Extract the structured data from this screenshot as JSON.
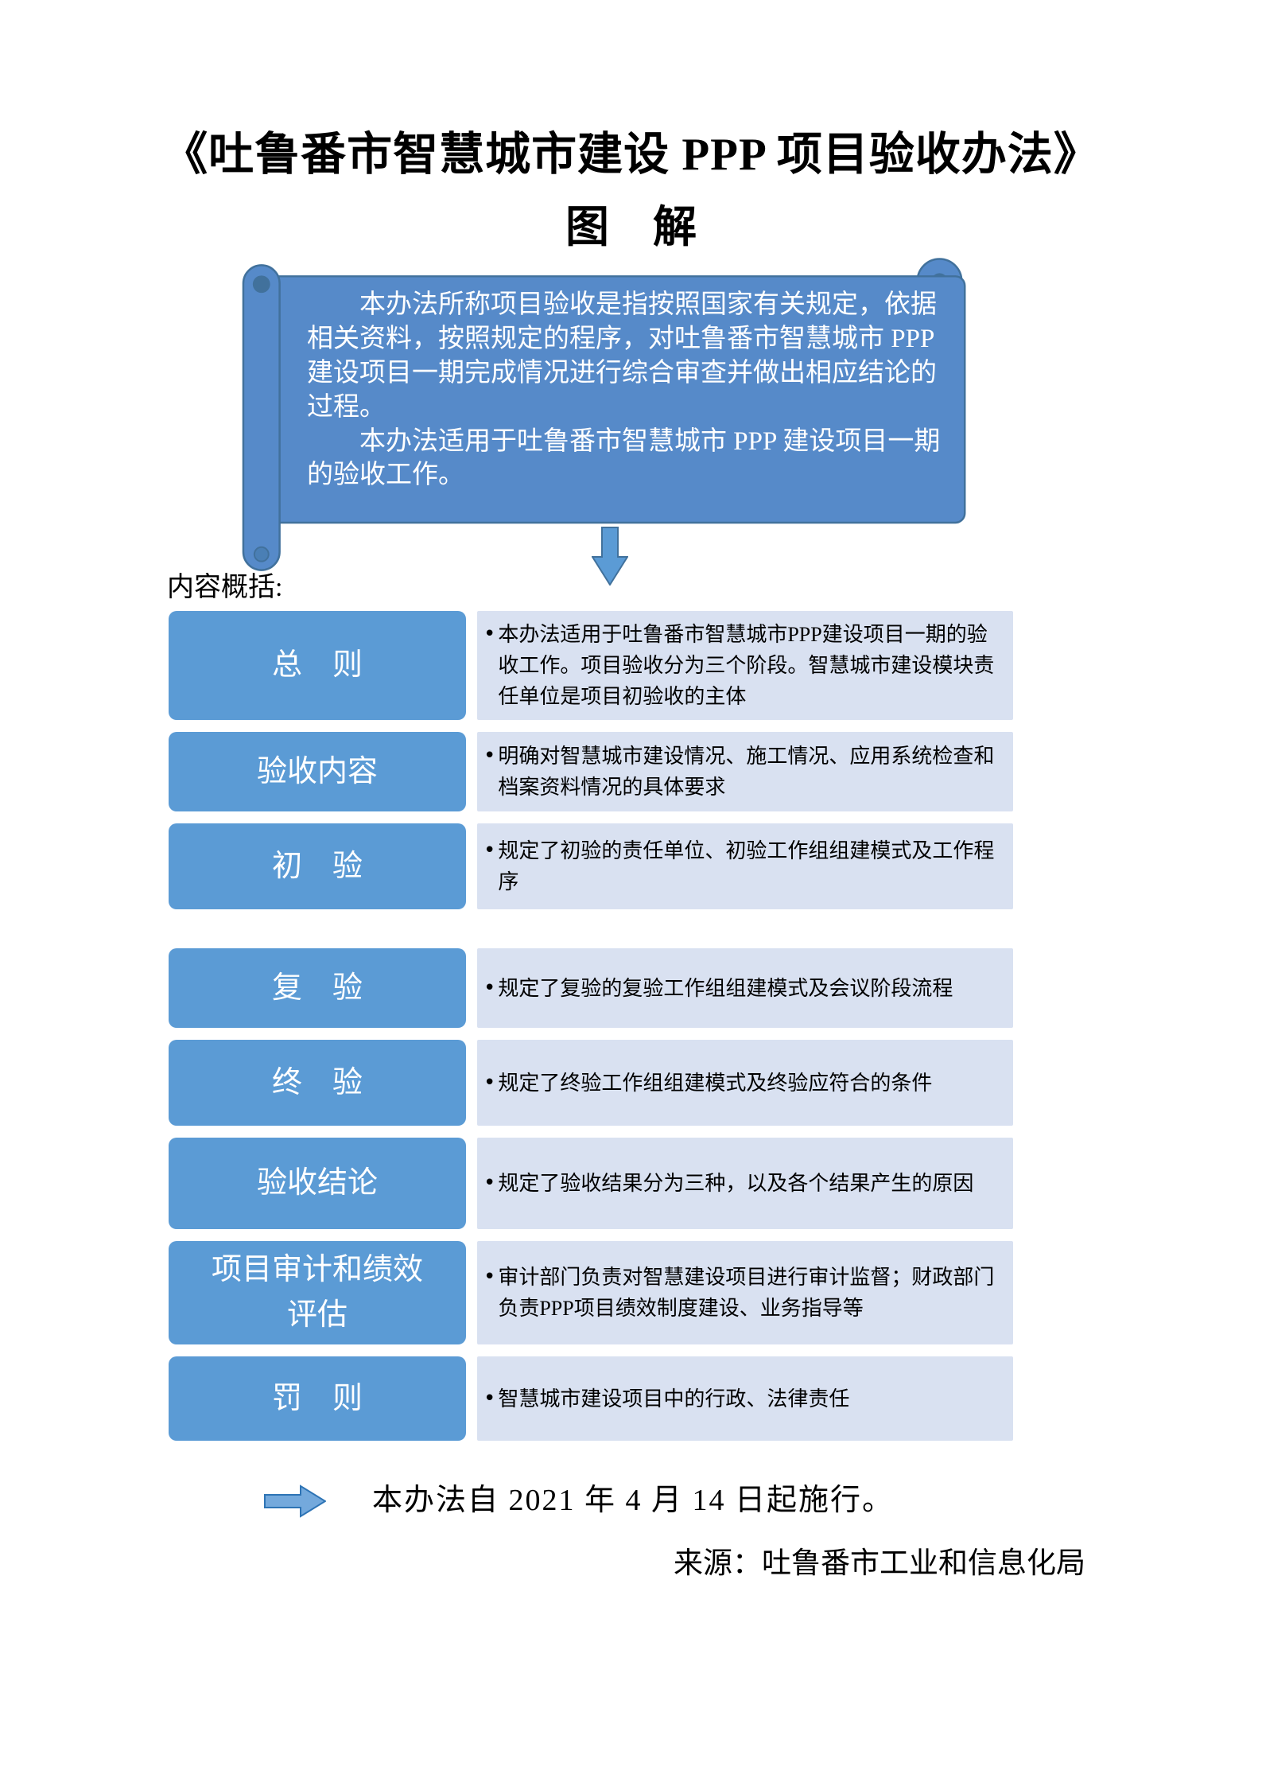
{
  "title": {
    "line1": "《吐鲁番市智慧城市建设 PPP 项目验收办法》",
    "line2": "图　解"
  },
  "banner": {
    "paragraphs": [
      "本办法所称项目验收是指按照国家有关规定，依据相关资料，按照规定的程序，对吐鲁番市智慧城市 PPP 建设项目一期完成情况进行综合审查并做出相应结论的过程。",
      "本办法适用于吐鲁番市智慧城市 PPP 建设项目一期的验收工作。"
    ]
  },
  "overview_label": "内容概括:",
  "bullet": "•",
  "rows": [
    {
      "label": "总　则",
      "desc": "本办法适用于吐鲁番市智慧城市PPP建设项目一期的验收工作。项目验收分为三个阶段。智慧城市建设模块责任单位是项目初验收的主体"
    },
    {
      "label": "验收内容",
      "desc": "明确对智慧城市建设情况、施工情况、应用系统检查和档案资料情况的具体要求"
    },
    {
      "label": "初　验",
      "desc": "规定了初验的责任单位、初验工作组组建模式及工作程序"
    },
    {
      "label": "复　验",
      "desc": "规定了复验的复验工作组组建模式及会议阶段流程"
    },
    {
      "label": "终　验",
      "desc": "规定了终验工作组组建模式及终验应符合的条件"
    },
    {
      "label": "验收结论",
      "desc": "规定了验收结果分为三种，以及各个结果产生的原因"
    },
    {
      "label": "项目审计和绩效\n评估",
      "desc": "审计部门负责对智慧建设项目进行审计监督；财政部门负责PPP项目绩效制度建设、业务指导等"
    },
    {
      "label": "罚　则",
      "desc": "智慧城市建设项目中的行政、法律责任"
    }
  ],
  "footer": {
    "effective_text": "本办法自 2021 年 4 月 14 日起施行。",
    "source": "来源：吐鲁番市工业和信息化局"
  },
  "colors": {
    "accent_blue": "#5B9BD5",
    "accent_blue_dark": "#41719C",
    "light_blue": "#D9E1F1"
  }
}
